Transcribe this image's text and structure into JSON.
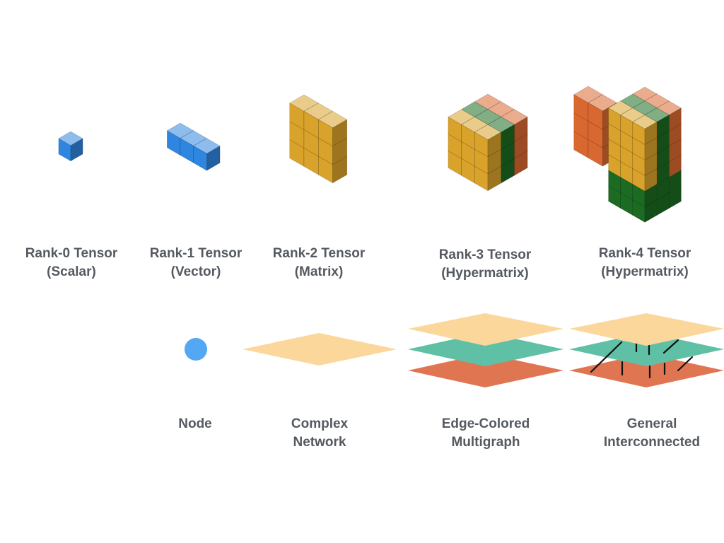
{
  "tensors": [
    {
      "rank_title": "Rank-0 Tensor",
      "subtitle": "(Scalar)"
    },
    {
      "rank_title": "Rank-1 Tensor",
      "subtitle": "(Vector)"
    },
    {
      "rank_title": "Rank-2 Tensor",
      "subtitle": "(Matrix)"
    },
    {
      "rank_title": "Rank-3 Tensor",
      "subtitle": "(Hypermatrix)"
    },
    {
      "rank_title": "Rank-4 Tensor",
      "subtitle": "(Hypermatrix)"
    }
  ],
  "networks": [
    {
      "line1": "Node",
      "line2": ""
    },
    {
      "line1": "Complex",
      "line2": "Network"
    },
    {
      "line1": "Edge-Colored",
      "line2": "Multigraph"
    },
    {
      "line1": "General",
      "line2": "Interconnected"
    }
  ],
  "colors": {
    "blue": "#2f86e0",
    "gold": "#d9a22a",
    "green": "#1c6b22",
    "orange": "#d8682f",
    "node_blue": "#53a7f3",
    "layer_peach": "#fcd79c",
    "layer_teal": "#5fc0a6",
    "layer_orange": "#e07552",
    "label_gray": "#555a60"
  }
}
